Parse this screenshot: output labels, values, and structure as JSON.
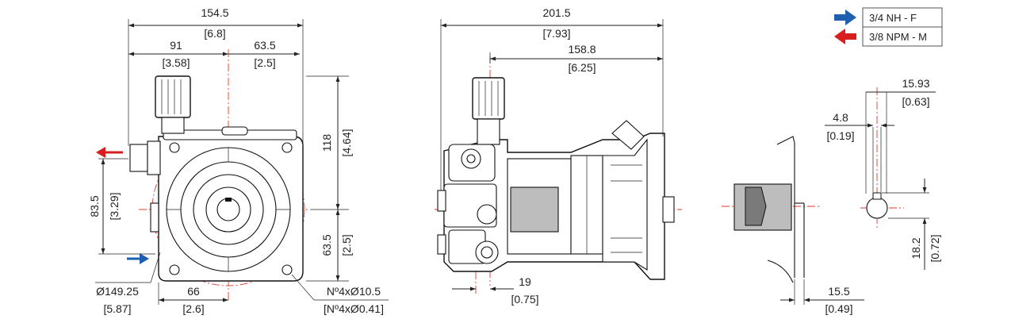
{
  "front_view": {
    "overall_width": "154.5",
    "overall_width_in": "[6.8]",
    "left_offset": "91",
    "left_offset_in": "[3.58]",
    "right_offset": "63.5",
    "right_offset_in": "[2.5]",
    "upper_height": "118",
    "upper_height_in": "[4.64]",
    "lower_height": "63.5",
    "lower_height_in": "[2.5]",
    "port_spacing": "83.5",
    "port_spacing_in": "[3.29]",
    "bolt_circle": "Ø149.25",
    "bolt_circle_in": "[5.87]",
    "base_offset": "66",
    "base_offset_in": "[2.6]",
    "holes": "Nº4xØ10.5",
    "holes_in": "[Nº4xØ0.41]"
  },
  "side_view": {
    "overall_length": "201.5",
    "overall_length_in": "[7.93]",
    "body_length": "158.8",
    "body_length_in": "[6.25]",
    "inlet_offset": "19",
    "inlet_offset_in": "[0.75]"
  },
  "shaft_detail": {
    "shaft_offset": "15.5",
    "shaft_offset_in": "[0.49]"
  },
  "key_detail": {
    "key_width_total": "15.93",
    "key_width_total_in": "[0.63]",
    "key_width": "4.8",
    "key_width_in": "[0.19]",
    "key_height": "18.2",
    "key_height_in": "[0.72]"
  },
  "legend": {
    "items": [
      {
        "label": "3/4 NH - F",
        "color": "#1f5fb0",
        "icon": "arrow-right-icon"
      },
      {
        "label": "3/8 NPM - M",
        "color": "#d81e1e",
        "icon": "arrow-left-icon"
      }
    ]
  }
}
